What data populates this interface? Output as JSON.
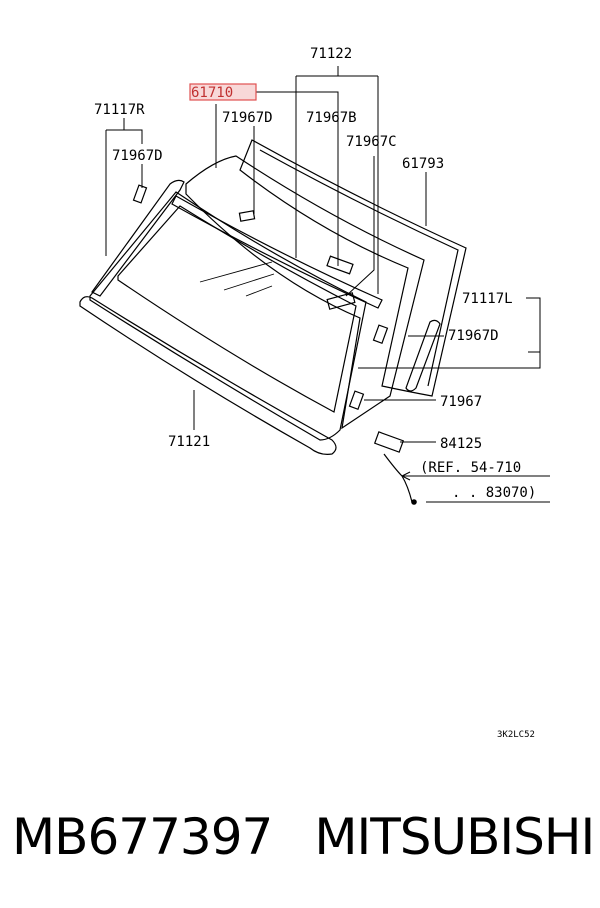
{
  "diagram": {
    "labels": {
      "p71122": "71122",
      "p61710": "61710",
      "p71117R": "71117R",
      "p71967D_left": "71967D",
      "p71967D_top": "71967D",
      "p71967B": "71967B",
      "p71967C": "71967C",
      "p61793": "61793",
      "p71117L": "71117L",
      "p71967D_right": "71967D",
      "p71967": "71967",
      "p71121": "71121",
      "p84125": "84125",
      "ref_line1": "(REF. 54-710",
      "ref_line2": ". . 83070)",
      "drawing_code": "3K2LC52"
    },
    "highlight_color": "#e05050"
  },
  "footer": {
    "part_number": "MB677397",
    "brand": "MITSUBISHI"
  }
}
